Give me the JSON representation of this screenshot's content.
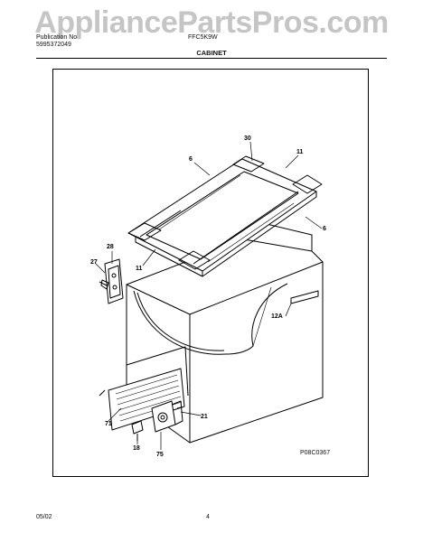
{
  "header": {
    "line1": "Publication No",
    "line2": "5995372049",
    "model": "FFC5K9W",
    "section": "CABINET"
  },
  "watermark": "AppliancePartsPros.com",
  "figure_code": "P08C0367",
  "footer": {
    "date": "05/02",
    "page": "4"
  },
  "callouts": {
    "c30": "30",
    "c6a": "6",
    "c11a": "11",
    "c6b": "6",
    "c28": "28",
    "c27": "27",
    "c11b": "11",
    "c12a": "12A",
    "c21": "21",
    "c71": "71",
    "c18": "18",
    "c75": "75"
  }
}
